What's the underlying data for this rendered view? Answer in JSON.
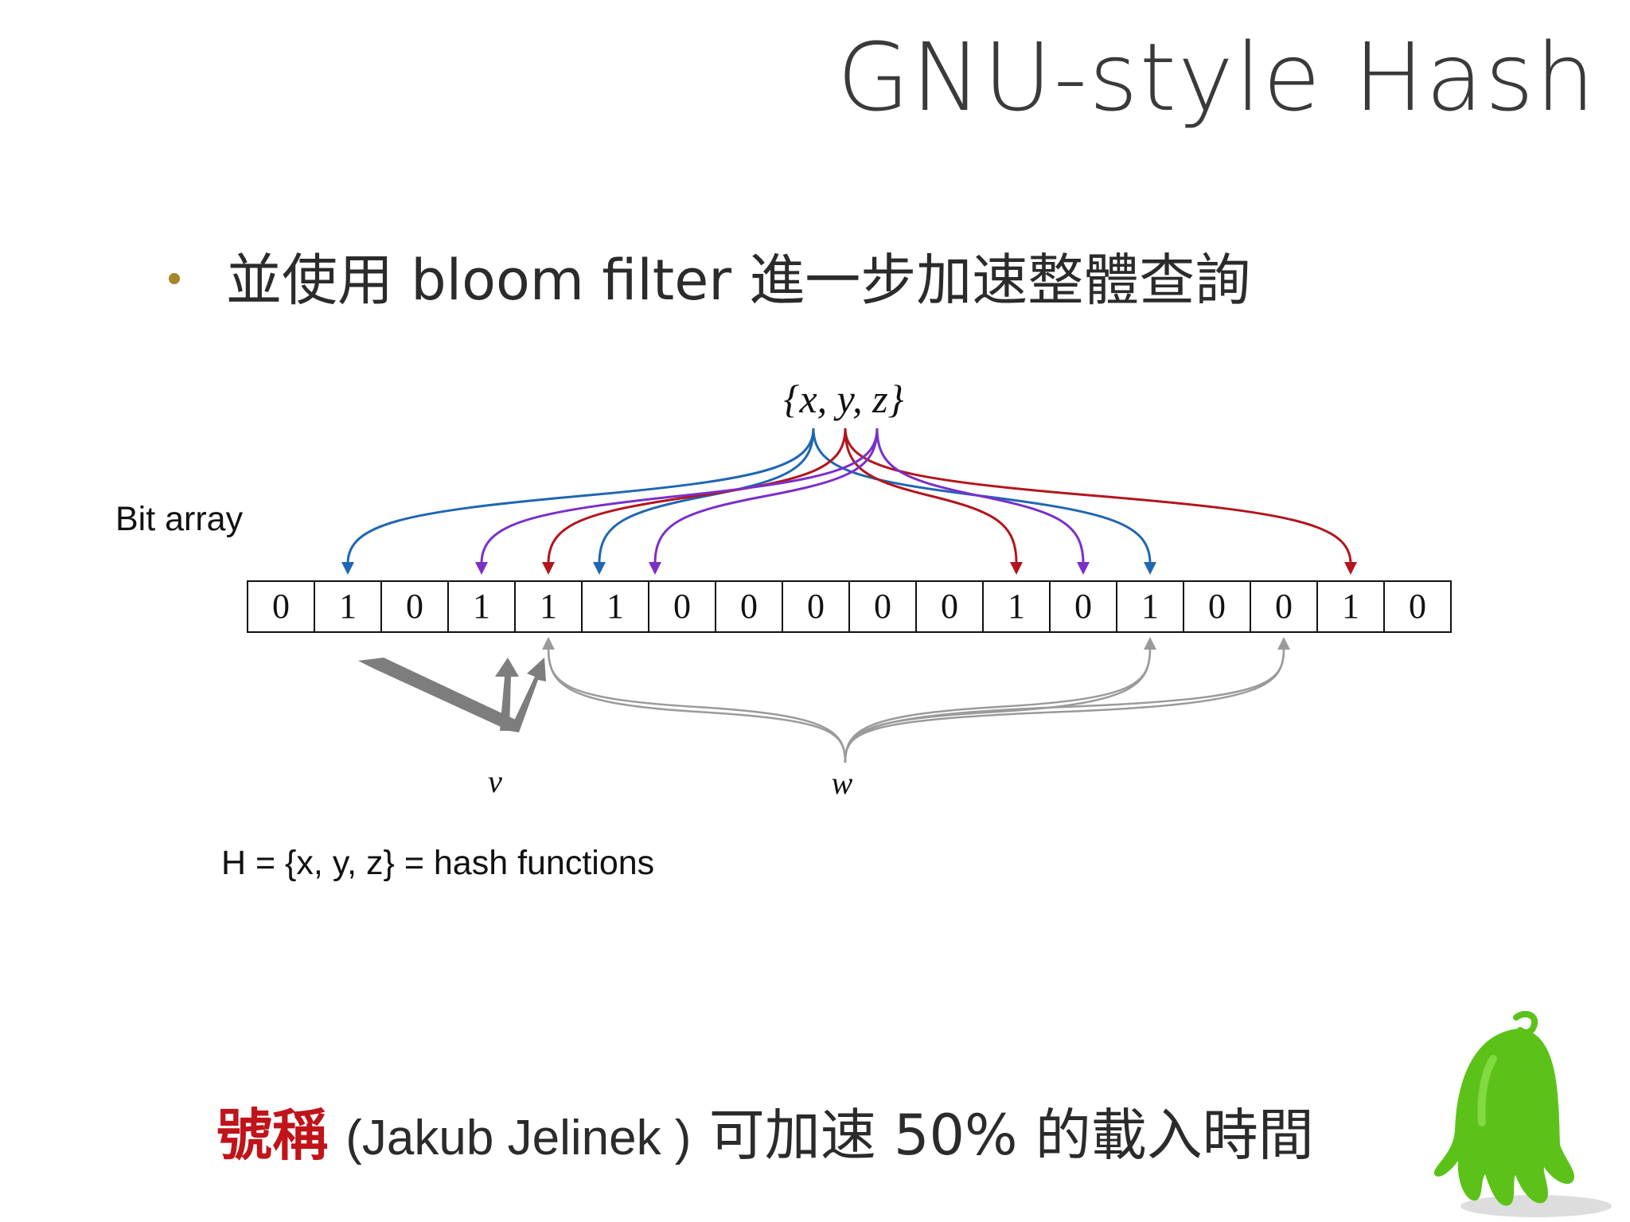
{
  "title": "GNU-style Hash",
  "bullet": "並使用 bloom filter 進一步加速整體查詢",
  "diagram": {
    "bit_array_label": "Bit array",
    "hash_set_label": "{x, y, z}",
    "bits": [
      "0",
      "1",
      "0",
      "1",
      "1",
      "1",
      "0",
      "0",
      "0",
      "0",
      "0",
      "1",
      "0",
      "1",
      "0",
      "0",
      "1",
      "0"
    ],
    "element_v": "v",
    "element_w": "w",
    "legend": "H = {x, y, z} = hash functions",
    "colors": {
      "x": "#1f66b3",
      "y": "#b3151c",
      "z": "#7b2fc9",
      "query": "#9a9a9a",
      "cell_border": "#111111"
    },
    "hash_targets": {
      "x": [
        1,
        5,
        13
      ],
      "y": [
        4,
        11,
        16
      ],
      "z": [
        3,
        6,
        12
      ]
    },
    "w_targets": [
      4,
      13,
      15
    ]
  },
  "claim": {
    "red": "號稱",
    "paren": "(Jakub Jelinek )",
    "rest": "可加速 50% 的載入時間"
  },
  "mascot_icon": "green-mascot-icon"
}
